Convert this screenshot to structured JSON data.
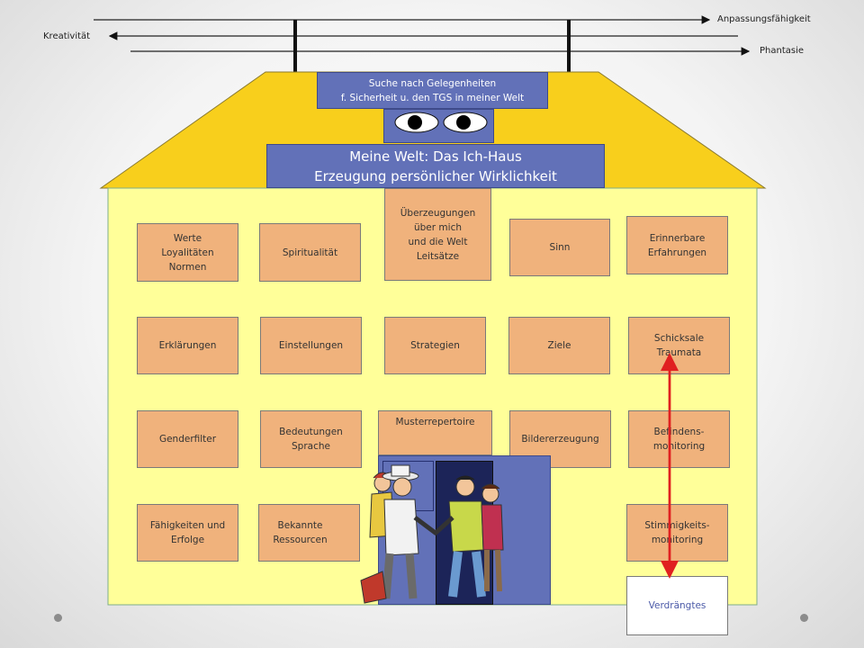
{
  "top_arrows": {
    "anpassung": "Anpassungsfähigkeit",
    "kreativitaet": "Kreativität",
    "phantasie": "Phantasie"
  },
  "roof_banner": "Suche nach Gelegenheiten\nf. Sicherheit u. den TGS in meiner Welt",
  "title": {
    "line1": "Meine Welt: Das Ich-Haus",
    "line2": "Erzeugung persönlicher Wirklichkeit"
  },
  "rooms": {
    "werte": "Werte\nLoyalitäten\nNormen",
    "spiritualitaet": "Spiritualität",
    "ueberzeugungen": "Überzeugungen\nüber mich\nund die Welt\nLeitsätze",
    "sinn": "Sinn",
    "erinnerbare": "Erinnerbare\nErfahrungen",
    "erklaerungen": "Erklärungen",
    "einstellungen": "Einstellungen",
    "strategien": "Strategien",
    "ziele": "Ziele",
    "schicksale": "Schicksale\nTraumata",
    "genderfilter": "Genderfilter",
    "bedeutungen": "Bedeutungen\nSprache",
    "musterrepertoire": "Musterrepertoire",
    "bildererzeugung": "Bildererzeugung",
    "befindens": "Befindens-\nmonitoring",
    "faehigkeiten": "Fähigkeiten und\nErfolge",
    "ressourcen": "Bekannte\nRessourcen",
    "stimmigkeits": "Stimmigkeits-\nmonitoring"
  },
  "verdraengtes": "Verdrängtes",
  "colors": {
    "roof": "#f8cf1c",
    "wall": "#ffff99",
    "room": "#f0b27c",
    "blue": "#6271b8",
    "arrow": "#e02020"
  }
}
